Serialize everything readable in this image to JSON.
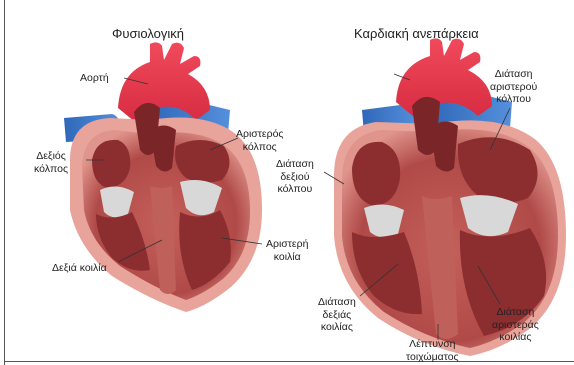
{
  "titles": {
    "left": "Φυσιολογική",
    "right": "Καρδιακή ανεπάρκεια"
  },
  "labels": {
    "aorta": "Αορτή",
    "right_atrium": [
      "Δεξιός",
      "κόλπος"
    ],
    "left_atrium": [
      "Αριστερός",
      "κόλπος"
    ],
    "right_ventricle": "Δεξιά κοιλία",
    "left_ventricle": [
      "Αριστερή",
      "κοιλία"
    ],
    "dilated_right_atrium": [
      "Διάταση",
      "δεξιού",
      "κόλπου"
    ],
    "dilated_left_atrium": [
      "Διάταση",
      "αριστερού",
      "κόλπου"
    ],
    "dilated_right_ventricle": [
      "Διάταση",
      "δεξιάς",
      "κοιλίας"
    ],
    "wall_thinning": [
      "Λέπτυνση",
      "τοιχώματος"
    ],
    "dilated_left_ventricle": [
      "Διάταση",
      "αριστεράς",
      "κοιλίας"
    ]
  },
  "colors": {
    "aorta_red": "#e8364a",
    "vein_blue": "#3a78c8",
    "muscle_outer": "#e8a39a",
    "muscle_inner": "#b8504c",
    "chamber_dark": "#8c2e30",
    "valve_gray": "#d8d8d8"
  }
}
